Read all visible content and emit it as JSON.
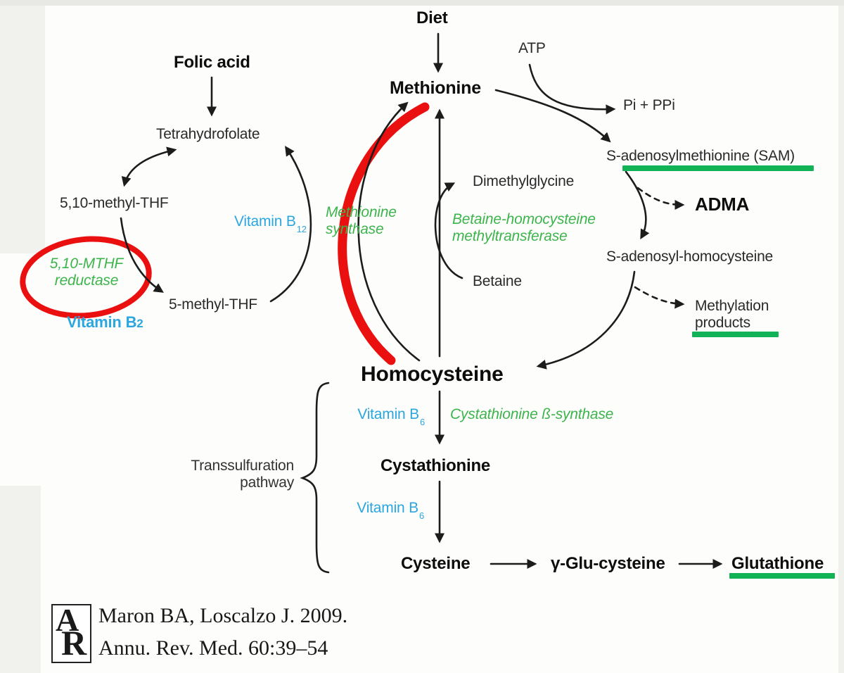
{
  "palette": {
    "green_text": "#3db44c",
    "blue_text": "#2ba6df",
    "red_highlight": "#ea1010",
    "underline_green": "#12b256",
    "arrow_black": "#1c1c1c"
  },
  "nodes": {
    "diet": "Diet",
    "folic_acid": "Folic acid",
    "methionine": "Methionine",
    "tetrahydrofolate": "Tetrahydrofolate",
    "methyl_thf_510": "5,10-methyl-THF",
    "methyl_thf_5": "5-methyl-THF",
    "atp": "ATP",
    "pi_ppi": "Pi + PPi",
    "sam": "S-adenosylmethionine (SAM)",
    "adma": "ADMA",
    "dimethylglycine": "Dimethylglycine",
    "betaine": "Betaine",
    "sah": "S-adenosyl-homocysteine",
    "methylation_line1": "Methylation",
    "methylation_line2": "products",
    "homocysteine": "Homocysteine",
    "cystathionine": "Cystathionine",
    "cysteine": "Cysteine",
    "glu_cysteine": "γ-Glu-cysteine",
    "glutathione": "Glutathione"
  },
  "enzymes": {
    "mthf_reductase": {
      "line1": "5,10-MTHF",
      "line2": "reductase"
    },
    "methionine_synthase": {
      "line1": "Methionine",
      "line2": "synthase"
    },
    "bhmt": {
      "line1": "Betaine-homocysteine",
      "line2": "methyltransferase"
    },
    "cbs": "Cystathionine ß-synthase"
  },
  "vitamins": {
    "b12": {
      "base": "Vitamin B",
      "sub": "12"
    },
    "b2": {
      "base": "Vitamin B",
      "sub": "2"
    },
    "b6_upper": {
      "base": "Vitamin B",
      "sub": "6"
    },
    "b6_lower": {
      "base": "Vitamin B",
      "sub": "6"
    }
  },
  "annotations": {
    "transsulfuration_line1": "Transsulfuration",
    "transsulfuration_line2": "pathway"
  },
  "citation": {
    "logo_top": "A",
    "logo_bottom": "R",
    "line1": "Maron BA, Loscalzo J. 2009.",
    "line2": "Annu. Rev. Med. 60:39–54"
  }
}
